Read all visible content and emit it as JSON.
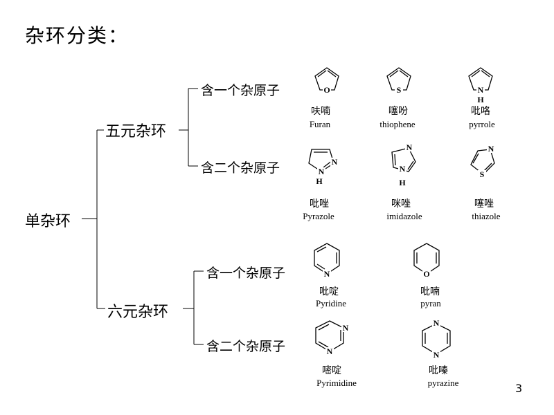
{
  "title": "杂环分类：",
  "root": "单杂环",
  "branches": {
    "five": {
      "label": "五元杂环",
      "one_hetero": "含一个杂原子",
      "two_hetero": "含二个杂原子"
    },
    "six": {
      "label": "六元杂环",
      "one_hetero": "含一个杂原子",
      "two_hetero": "含二个杂原子"
    }
  },
  "compounds": {
    "furan": {
      "cn": "呋喃",
      "en": "Furan",
      "atom": "O"
    },
    "thiophene": {
      "cn": "噻吩",
      "en": "thiophene",
      "atom": "S"
    },
    "pyrrole": {
      "cn": "吡咯",
      "en": "pyrrole",
      "atom": "N",
      "h": "H"
    },
    "pyrazole": {
      "cn": "吡唑",
      "en": "Pyrazole",
      "atom1": "N",
      "atom2": "N",
      "h": "H"
    },
    "imidazole": {
      "cn": "咪唑",
      "en": "imidazole",
      "atom1": "N",
      "atom2": "N",
      "h": "H"
    },
    "thiazole": {
      "cn": "噻唑",
      "en": "thiazole",
      "atom1": "N",
      "atom2": "S"
    },
    "pyridine": {
      "cn": "吡啶",
      "en": "Pyridine",
      "atom": "N"
    },
    "pyran": {
      "cn": "吡喃",
      "en": "pyran",
      "atom": "O"
    },
    "pyrimidine": {
      "cn": "嘧啶",
      "en": "Pyrimidine",
      "atom1": "N",
      "atom2": "N"
    },
    "pyrazine": {
      "cn": "吡嗪",
      "en": "pyrazine",
      "atom1": "N",
      "atom2": "N"
    }
  },
  "page_number": "3"
}
